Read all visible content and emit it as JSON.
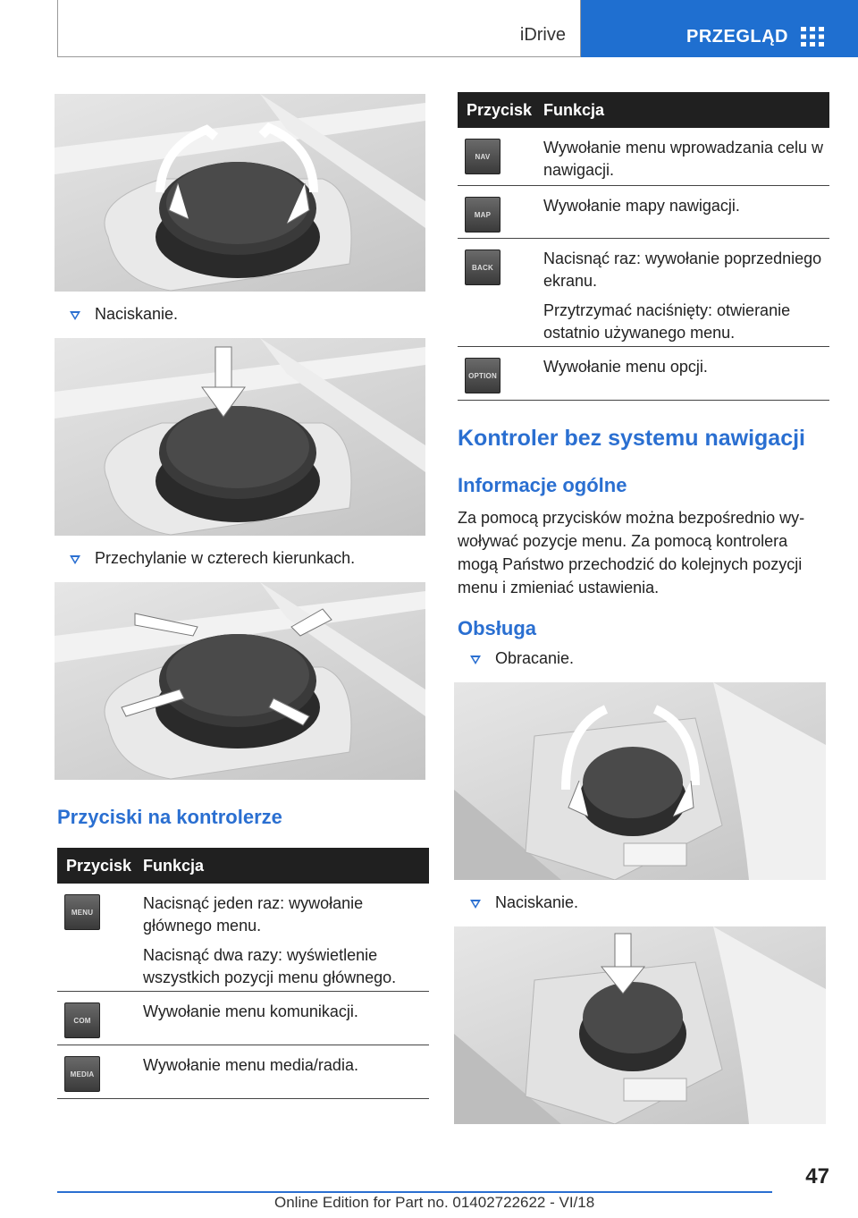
{
  "header": {
    "section": "iDrive",
    "chapter": "PRZEGLĄD"
  },
  "left": {
    "captions": [
      "Naciskanie.",
      "Przechylanie w czterech kierunkach."
    ],
    "heading": "Przyciski na kontrolerze",
    "table": {
      "col1": "Przycisk",
      "col2": "Funkcja",
      "rows": [
        {
          "key": "MENU",
          "lines": [
            "Nacisnąć jeden raz: wywołanie głównego menu.",
            "Nacisnąć dwa razy: wyświetlenie wszystkich pozycji menu głównego."
          ]
        },
        {
          "key": "COM",
          "lines": [
            "Wywołanie menu komunikacji."
          ]
        },
        {
          "key": "MEDIA",
          "lines": [
            "Wywołanie menu media/radia."
          ]
        }
      ]
    }
  },
  "right": {
    "table": {
      "col1": "Przycisk",
      "col2": "Funkcja",
      "rows": [
        {
          "key": "NAV",
          "lines": [
            "Wywołanie menu wprowadzania celu w nawigacji."
          ]
        },
        {
          "key": "MAP",
          "lines": [
            "Wywołanie mapy nawigacji."
          ]
        },
        {
          "key": "BACK",
          "lines": [
            "Nacisnąć raz: wywołanie poprzed­niego ekranu.",
            "Przytrzymać naciśnięty: otwieranie ostatnio używanego menu."
          ]
        },
        {
          "key": "OPTION",
          "lines": [
            "Wywołanie menu opcji."
          ]
        }
      ]
    },
    "heading": "Kontroler bez systemu nawigacji",
    "subheading1": "Informacje ogólne",
    "paragraph": "Za pomocą przycisków można bezpośrednio wy­woływać pozycje menu. Za pomocą kontrolera mogą Państwo przechodzić do kolejnych pozycji menu i zmieniać ustawienia.",
    "subheading2": "Obsługa",
    "captions": [
      "Obracanie.",
      "Naciskanie."
    ]
  },
  "footer": {
    "page_number": "47",
    "edition": "Online Edition for Part no. 01402722622 - VI/18"
  },
  "colors": {
    "accent_blue": "#2a6fd1",
    "header_blue": "#1f6fd0",
    "table_header": "#202020"
  }
}
